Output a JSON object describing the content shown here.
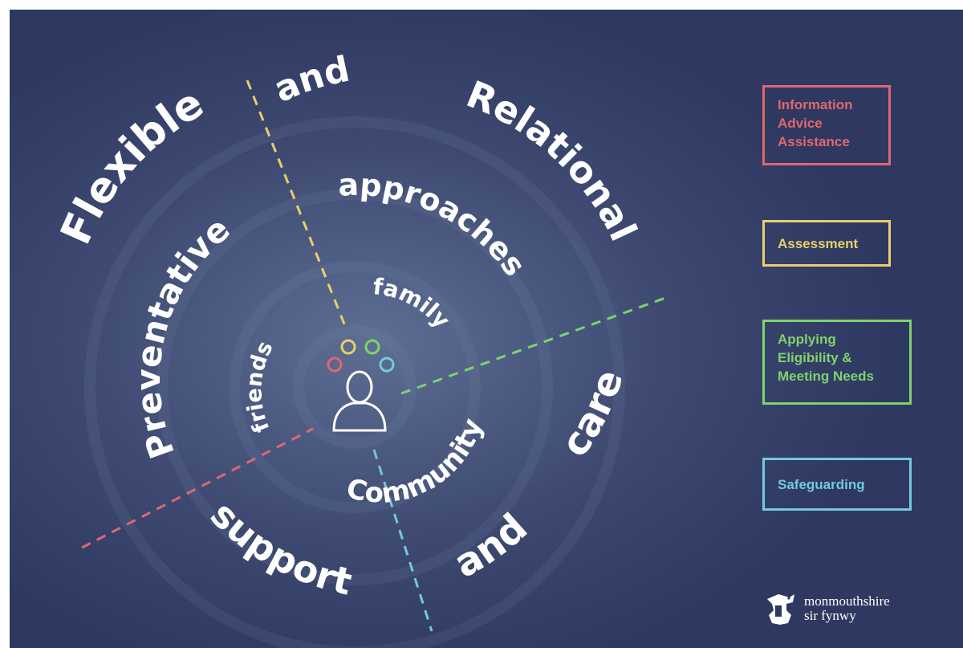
{
  "wheel": {
    "outer_words": {
      "flexible": "Flexible",
      "and_top": "and",
      "relational": "Relational",
      "care": "care",
      "and_bottom": "and",
      "support": "support"
    },
    "middle_words": {
      "preventative": "Preventative",
      "approaches": "approaches",
      "community": "Community"
    },
    "inner_words": {
      "family": "family",
      "friends": "friends"
    }
  },
  "legend": {
    "information": {
      "label": "Information\nAdvice\nAssistance",
      "color": "#e0676e"
    },
    "assessment": {
      "label": "Assessment",
      "color": "#e8cf6a"
    },
    "applying": {
      "label": "Applying\nEligibility &\nMeeting Needs",
      "color": "#7fd36c"
    },
    "safeguarding": {
      "label": "Safeguarding",
      "color": "#74c9df"
    }
  },
  "logo": {
    "line1": "monmouthshire",
    "line2": "sir fynwy"
  },
  "colors": {
    "background": "#2e3860",
    "text": "#ffffff"
  },
  "icons": {
    "center": "person-icon",
    "logo": "dragon-crest-icon"
  }
}
